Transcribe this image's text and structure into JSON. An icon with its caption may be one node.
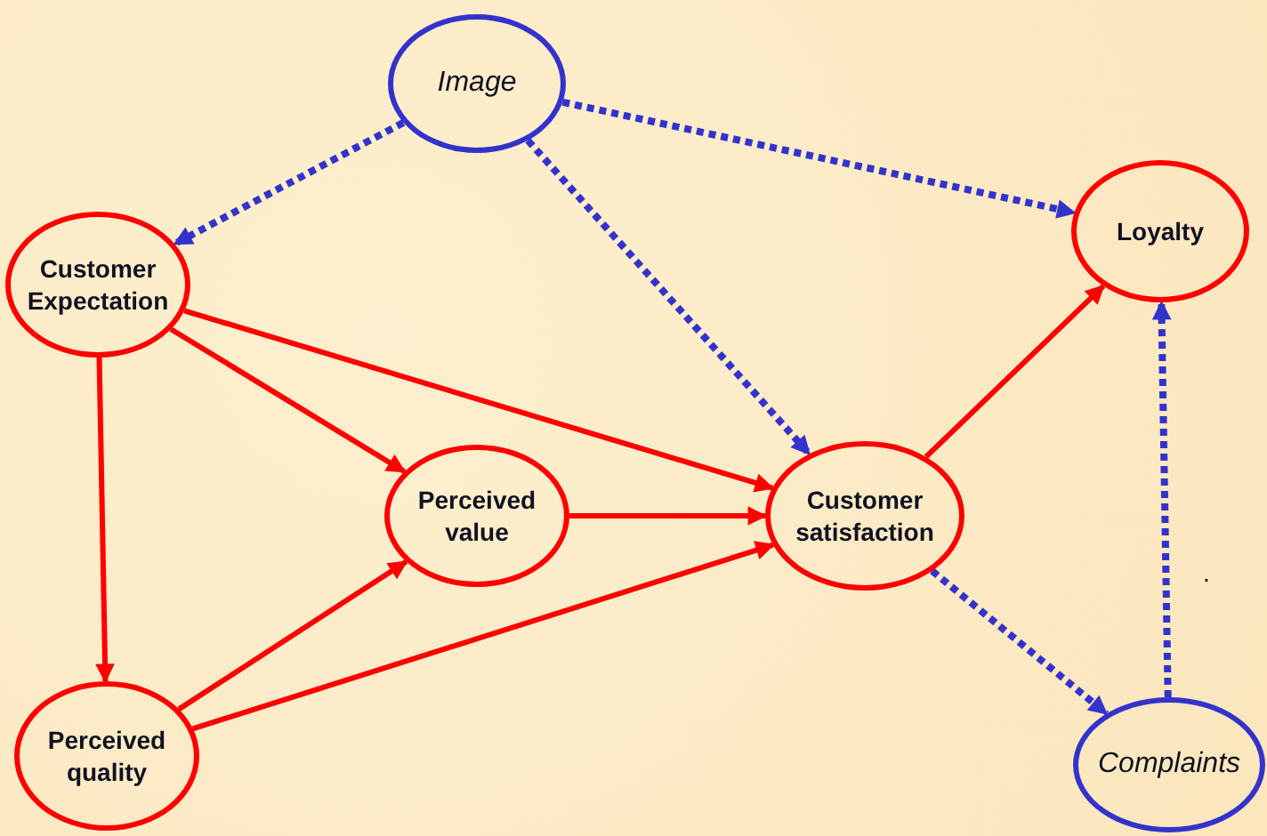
{
  "diagram": {
    "nodes": [
      {
        "text": [
          "Image"
        ]
      },
      {
        "text": [
          "Customer Expectation"
        ]
      },
      {
        "text": [
          "Loyalty"
        ]
      },
      {
        "text": [
          "Perceived value"
        ]
      },
      {
        "text": [
          "Customer satisfaction"
        ]
      },
      {
        "text": [
          "Perceived quality"
        ]
      },
      {
        "text": [
          "Complaints"
        ]
      }
    ],
    "edges": [
      {
        "from": 0,
        "to": 1,
        "arrow": "to",
        "style": "dashed",
        "color": "#3333cc"
      },
      {
        "from": 0,
        "to": 2,
        "arrow": "to",
        "style": "dashed",
        "color": "#3333cc"
      },
      {
        "from": 0,
        "to": 4,
        "arrow": "to",
        "style": "dashed",
        "color": "#3333cc"
      },
      {
        "from": 1,
        "to": 3,
        "arrow": "to"
      },
      {
        "from": 1,
        "to": 4,
        "arrow": "to"
      },
      {
        "from": 1,
        "to": 5,
        "arrow": "to"
      },
      {
        "from": 3,
        "to": 4,
        "arrow": "to"
      },
      {
        "from": 5,
        "to": 3,
        "arrow": "to"
      },
      {
        "from": 5,
        "to": 4,
        "arrow": "to"
      },
      {
        "from": 4,
        "to": 2,
        "arrow": "to"
      },
      {
        "from": 4,
        "to": 6,
        "arrow": "to",
        "style": "dashed",
        "color": "#3333cc"
      },
      {
        "from": 6,
        "to": 2,
        "arrow": "to",
        "style": "dashed",
        "color": "#3333cc"
      }
    ],
    "labels": [
      "."
    ]
  }
}
